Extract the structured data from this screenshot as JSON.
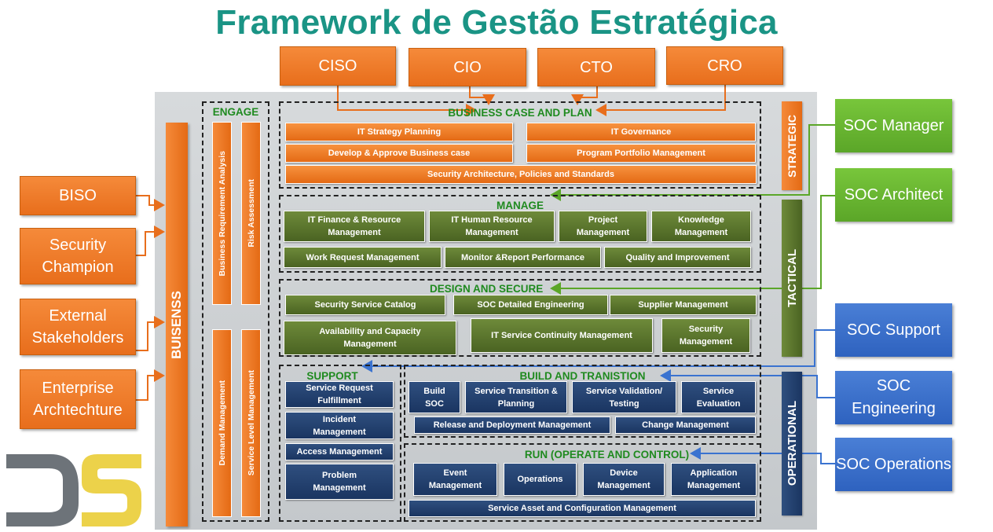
{
  "title": "Framework de Gestão Estratégica",
  "colors": {
    "title": "#1a9485",
    "orange": "#e86e1c",
    "green_role": "#5ba628",
    "blue_role": "#2e62bf",
    "tactical": "#4a6322",
    "operational": "#1a3561",
    "section_label": "#1f8a1f",
    "logo_gray": "#6d7379",
    "logo_yellow": "#ecd24a"
  },
  "top_roles": [
    "CISO",
    "CIO",
    "CTO",
    "CRO"
  ],
  "left_roles": [
    "BISO",
    "Security Champion",
    "External Stakeholders",
    "Enterprise Archtechture"
  ],
  "right_roles": {
    "green": [
      "SOC Manager",
      "SOC Architect"
    ],
    "blue": [
      "SOC Support",
      "SOC Engineering",
      "SOC Operations"
    ]
  },
  "bars": {
    "business": "BUISENSS",
    "engage_label": "ENGAGE",
    "business_requirement_analysis": "Business Requirement Analysis",
    "risk_assessment": "Risk  Assessment",
    "demand_management": "Demand Management",
    "service_level_management": "Service Level  Management",
    "strategic": "STRATEGIC",
    "tactical": "TACTICAL",
    "operational": "OPERATIONAL"
  },
  "sections": {
    "business_case": {
      "label": "BUSINESS CASE AND PLAN",
      "items": [
        "IT Strategy Planning",
        "IT Governance",
        "Develop & Approve Business case",
        "Program Portfolio Management",
        "Security Architecture, Policies and Standards"
      ]
    },
    "manage": {
      "label": "MANAGE",
      "items": [
        "IT Finance & Resource Management",
        "IT Human Resource Management",
        "Project Management",
        "Knowledge Management",
        "Work Request Management",
        "Monitor &Report Performance",
        "Quality and Improvement"
      ]
    },
    "design": {
      "label": "DESIGN AND SECURE",
      "items": [
        "Security Service Catalog",
        "SOC Detailed Engineering",
        "Supplier Management",
        "Availability and Capacity Management",
        "IT Service  Continuity Management",
        "Security Management"
      ]
    },
    "support": {
      "label": "SUPPORT",
      "items": [
        "Service Request Fulfillment",
        "Incident Management",
        "Access Management",
        "Problem Management"
      ]
    },
    "build": {
      "label": "BUILD AND TRANISTION",
      "items": [
        "Build SOC",
        "Service Transition & Planning",
        "Service Validation/ Testing",
        "Service Evaluation",
        "Release and Deployment Management",
        "Change Management"
      ]
    },
    "run": {
      "label": "RUN (OPERATE AND CONTROL)",
      "items": [
        "Event Management",
        "Operations",
        "Device Management",
        "Application Management",
        "Service Asset and Configuration Management"
      ]
    }
  },
  "logo_icon": "ds-logo"
}
